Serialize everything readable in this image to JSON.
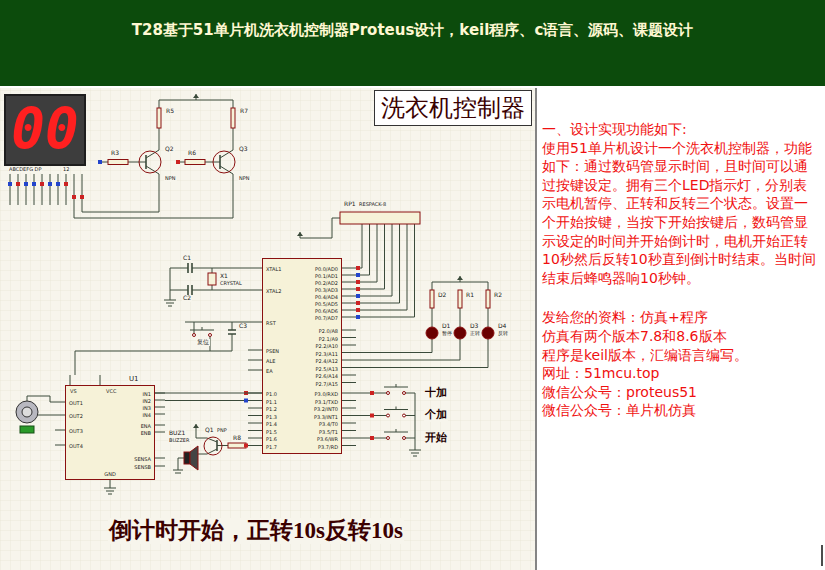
{
  "diagram": {
    "title": "T28基于51单片机洗衣机控制器Proteus设计，keil程序、c语言、源码、课题设计",
    "nodes": [
      {
        "text": [
          "洗衣机控制器"
        ]
      },
      {
        "text": [
          "00"
        ]
      },
      {
        "text": [
          "XTAL1",
          "XTAL2",
          "RST",
          "PSEN",
          "ALE",
          "EA",
          "P1.0",
          "P1.1",
          "P1.2",
          "P1.3",
          "P1.4",
          "P1.5",
          "P1.6",
          "P1.7",
          "P0.0/AD0",
          "P0.1/AD1",
          "P0.2/AD2",
          "P0.3/AD3",
          "P0.4/AD4",
          "P0.5/AD5",
          "P0.6/AD6",
          "P0.7/AD7",
          "P2.0/A8",
          "P2.1/A9",
          "P2.2/A10",
          "P2.3/A11",
          "P2.4/A12",
          "P2.5/A13",
          "P2.6/A14",
          "P2.7/A15",
          "P3.0/RXD",
          "P3.1/TXD",
          "P3.2/INT0",
          "P3.3/INT1",
          "P3.4/T0",
          "P3.5/T1",
          "P3.6/WR",
          "P3.7/RD"
        ]
      },
      {
        "text": [
          "VS",
          "VCC",
          "OUT1",
          "OUT2",
          "OUT3",
          "OUT4",
          "IN1",
          "IN2",
          "IN3",
          "IN4",
          "ENA",
          "ENB",
          "SENSA",
          "SENSB",
          "GND"
        ]
      }
    ],
    "edges": [
      {
        "from": 3,
        "to": 2,
        "arrow": "none"
      }
    ],
    "labels": [
      "ABCDEFG DP",
      "12",
      "R5",
      "R7",
      "R3",
      "Q2",
      "NPN",
      "R6",
      "Q3",
      "NPN",
      "C1",
      "X1",
      "CRYSTAL",
      "C2",
      "RP1",
      "RESPACK-8",
      "D2",
      "R1",
      "R2",
      "复位",
      "C3",
      "D1",
      "D3",
      "D4",
      "暂停",
      "正转",
      "反转",
      "U1",
      "十加",
      "个加",
      "开始",
      "BUZ1",
      "BUZZER",
      "Q1",
      "PNP",
      "R8",
      "倒计时开始，正转10s反转10s",
      "一、设计实现功能如下:",
      "使用51单片机设计一个洗衣机控制器，功能如下：通过数码管显示时间，且时间可以通过按键设定。拥有三个LED指示灯，分别表示电机暂停、正转和反转三个状态。设置一个开始按键，当按下开始按键后，数码管显示设定的时间并开始倒计时，电机开始正转10秒然后反转10秒直到倒计时结束。当时间结束后蜂鸣器响10秒钟。",
      "发给您的资料：仿真+程序",
      "仿真有两个版本7.8和8.6版本",
      "程序是keil版本，汇编语言编写。",
      "网址：51mcu.top",
      "微信公众号：proteus51",
      "微信公众号：单片机仿真"
    ]
  }
}
